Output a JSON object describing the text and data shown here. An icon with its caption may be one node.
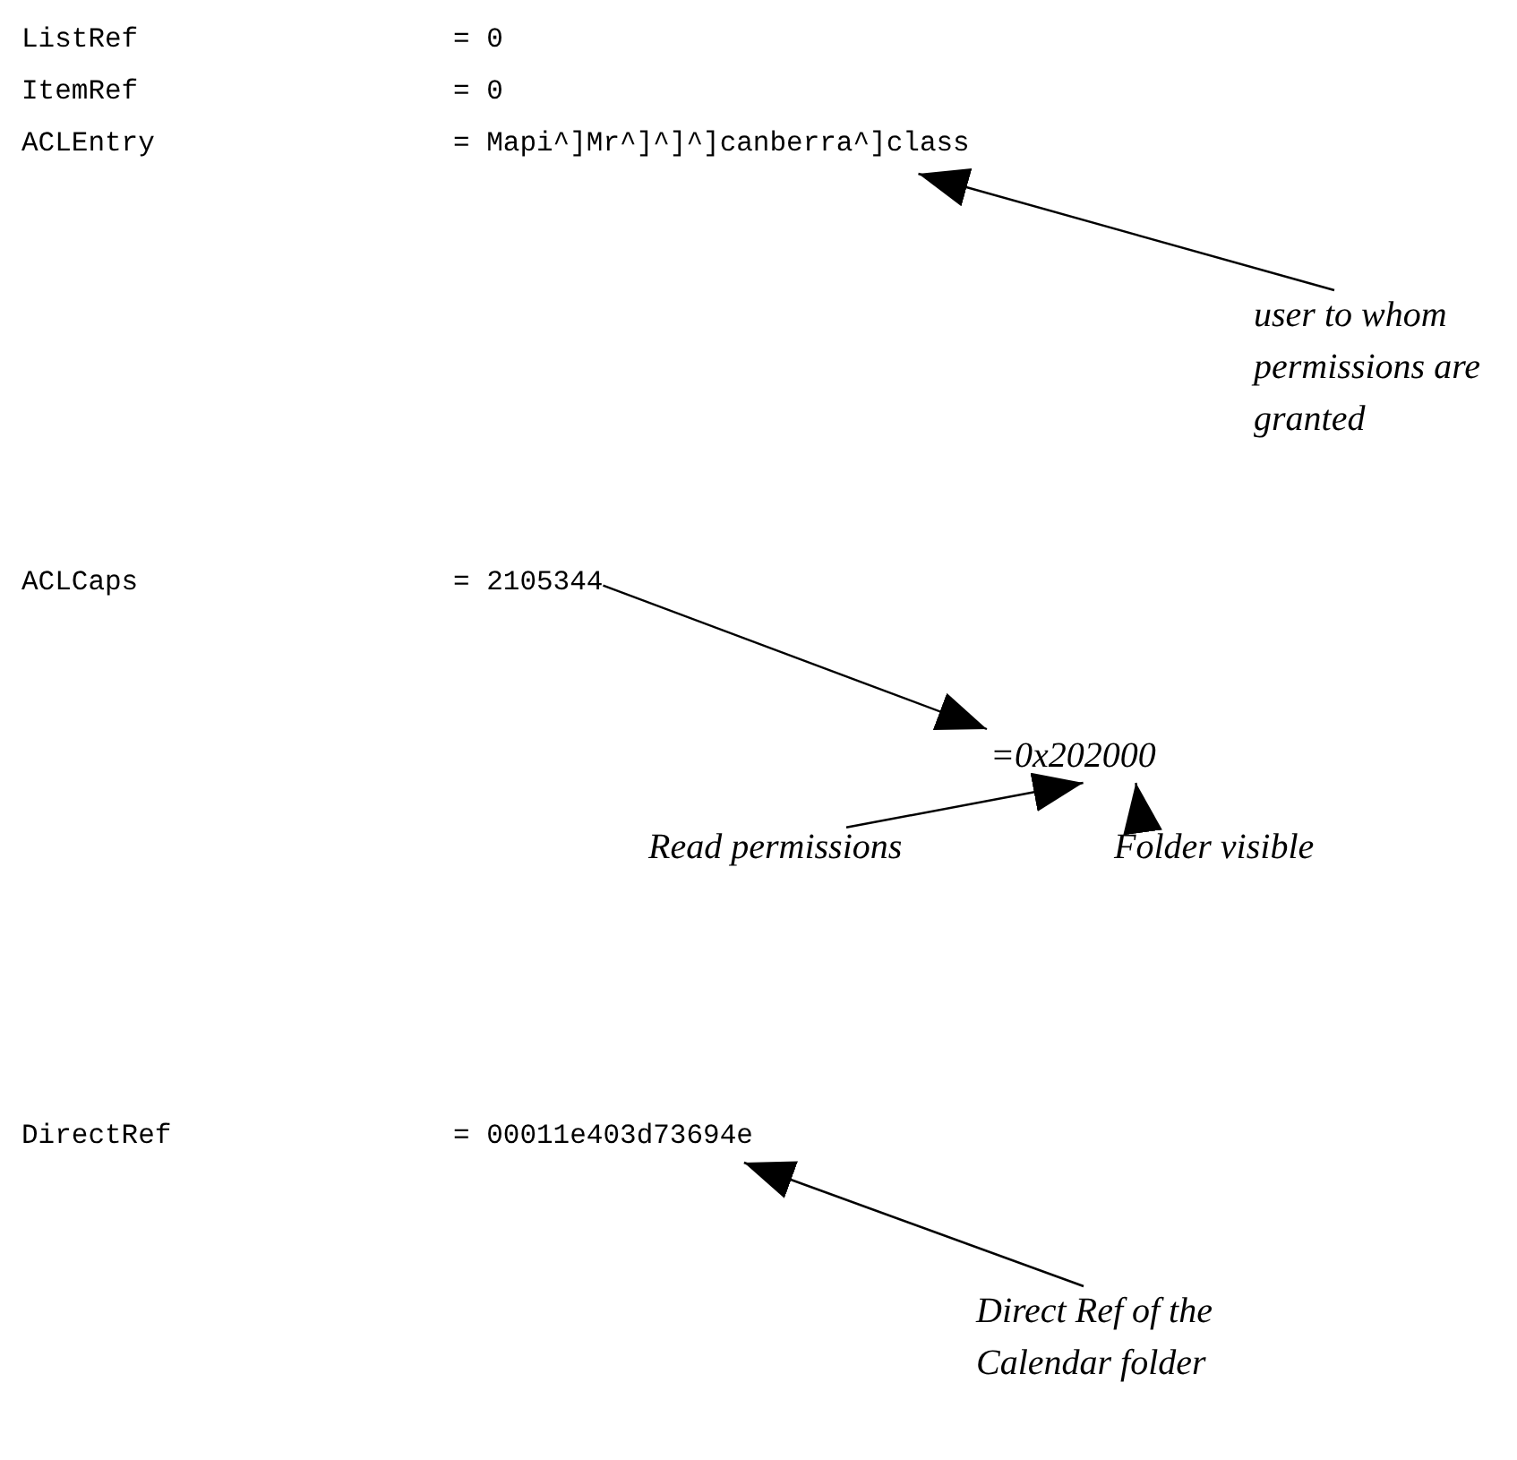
{
  "diagram": {
    "nodes": [
      {
        "text": [
          "= Mapi^]Mr^]^]^]canberra^]class"
        ]
      },
      {
        "text": [
          "user to whom permissions are granted"
        ]
      },
      {
        "text": [
          "= 2105344"
        ]
      },
      {
        "text": [
          "=0x202000"
        ]
      },
      {
        "text": [
          "Read permissions"
        ]
      },
      {
        "text": [
          "Folder visible"
        ]
      },
      {
        "text": [
          "= 00011e403d73694e"
        ]
      },
      {
        "text": [
          "Direct Ref of the Calendar folder"
        ]
      }
    ],
    "edges": [
      {
        "from": 1,
        "to": 0,
        "arrow": "to"
      },
      {
        "from": 2,
        "to": 3,
        "arrow": "to"
      },
      {
        "from": 4,
        "to": 3,
        "arrow": "to"
      },
      {
        "from": 5,
        "to": 3,
        "arrow": "to"
      },
      {
        "from": 7,
        "to": 6,
        "arrow": "to"
      }
    ],
    "labels": [
      "ListRef",
      "= 0",
      "ItemRef",
      "= 0",
      "ACLEntry",
      "ACLCaps",
      "DirectRef"
    ]
  }
}
